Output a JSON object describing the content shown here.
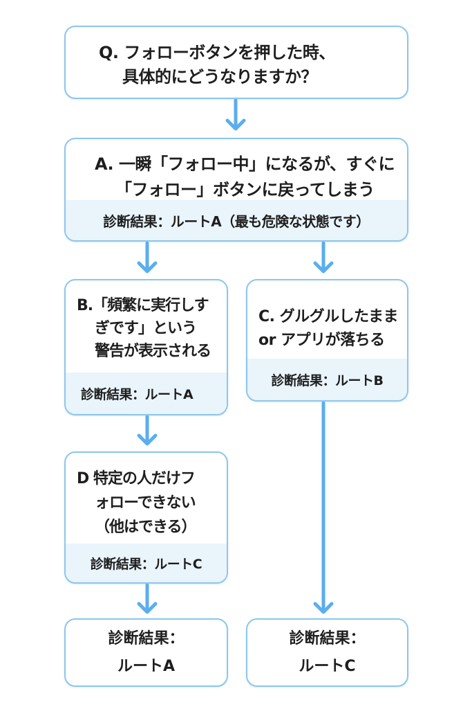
{
  "colors": {
    "border": "#8cc6ee",
    "arrow": "#5aaeee",
    "result_bg": "#eaf4fb",
    "text": "#1e1e1e"
  },
  "question": {
    "line1": "Q. フォローボタンを押した時、",
    "line2": "具体的にどうなりますか？"
  },
  "answer_a": {
    "line1": "A.  一瞬「フォロー中」になるが、すぐに",
    "line2": "「フォロー」ボタンに戻ってしまう",
    "result": "診断結果：ルートA（最も危険な状態です）"
  },
  "answer_b": {
    "line1": "B.「頻繁に実行しす",
    "line2": "ぎです」という",
    "line3": "警告が表示される",
    "result": "診断結果：ルートA"
  },
  "answer_c": {
    "line1": "C. グルグルしたまま",
    "line2": "or アプリが落ちる",
    "result": "診断結果：ルートB"
  },
  "answer_d": {
    "line1": "D  特定の人だけフ",
    "line2": "ォローできない",
    "line3": "（他はできる）",
    "result": "診断結果：ルートC"
  },
  "final_a": {
    "line1": "診断結果：",
    "line2": "ルートA"
  },
  "final_c": {
    "line1": "診断結果：",
    "line2": "ルートC"
  },
  "arrows": [
    {
      "from": "question",
      "to": "answer_a"
    },
    {
      "from": "answer_a",
      "to": "answer_b"
    },
    {
      "from": "answer_a",
      "to": "answer_c"
    },
    {
      "from": "answer_b",
      "to": "answer_d"
    },
    {
      "from": "answer_d",
      "to": "final_a"
    },
    {
      "from": "answer_c",
      "to": "final_c"
    }
  ]
}
